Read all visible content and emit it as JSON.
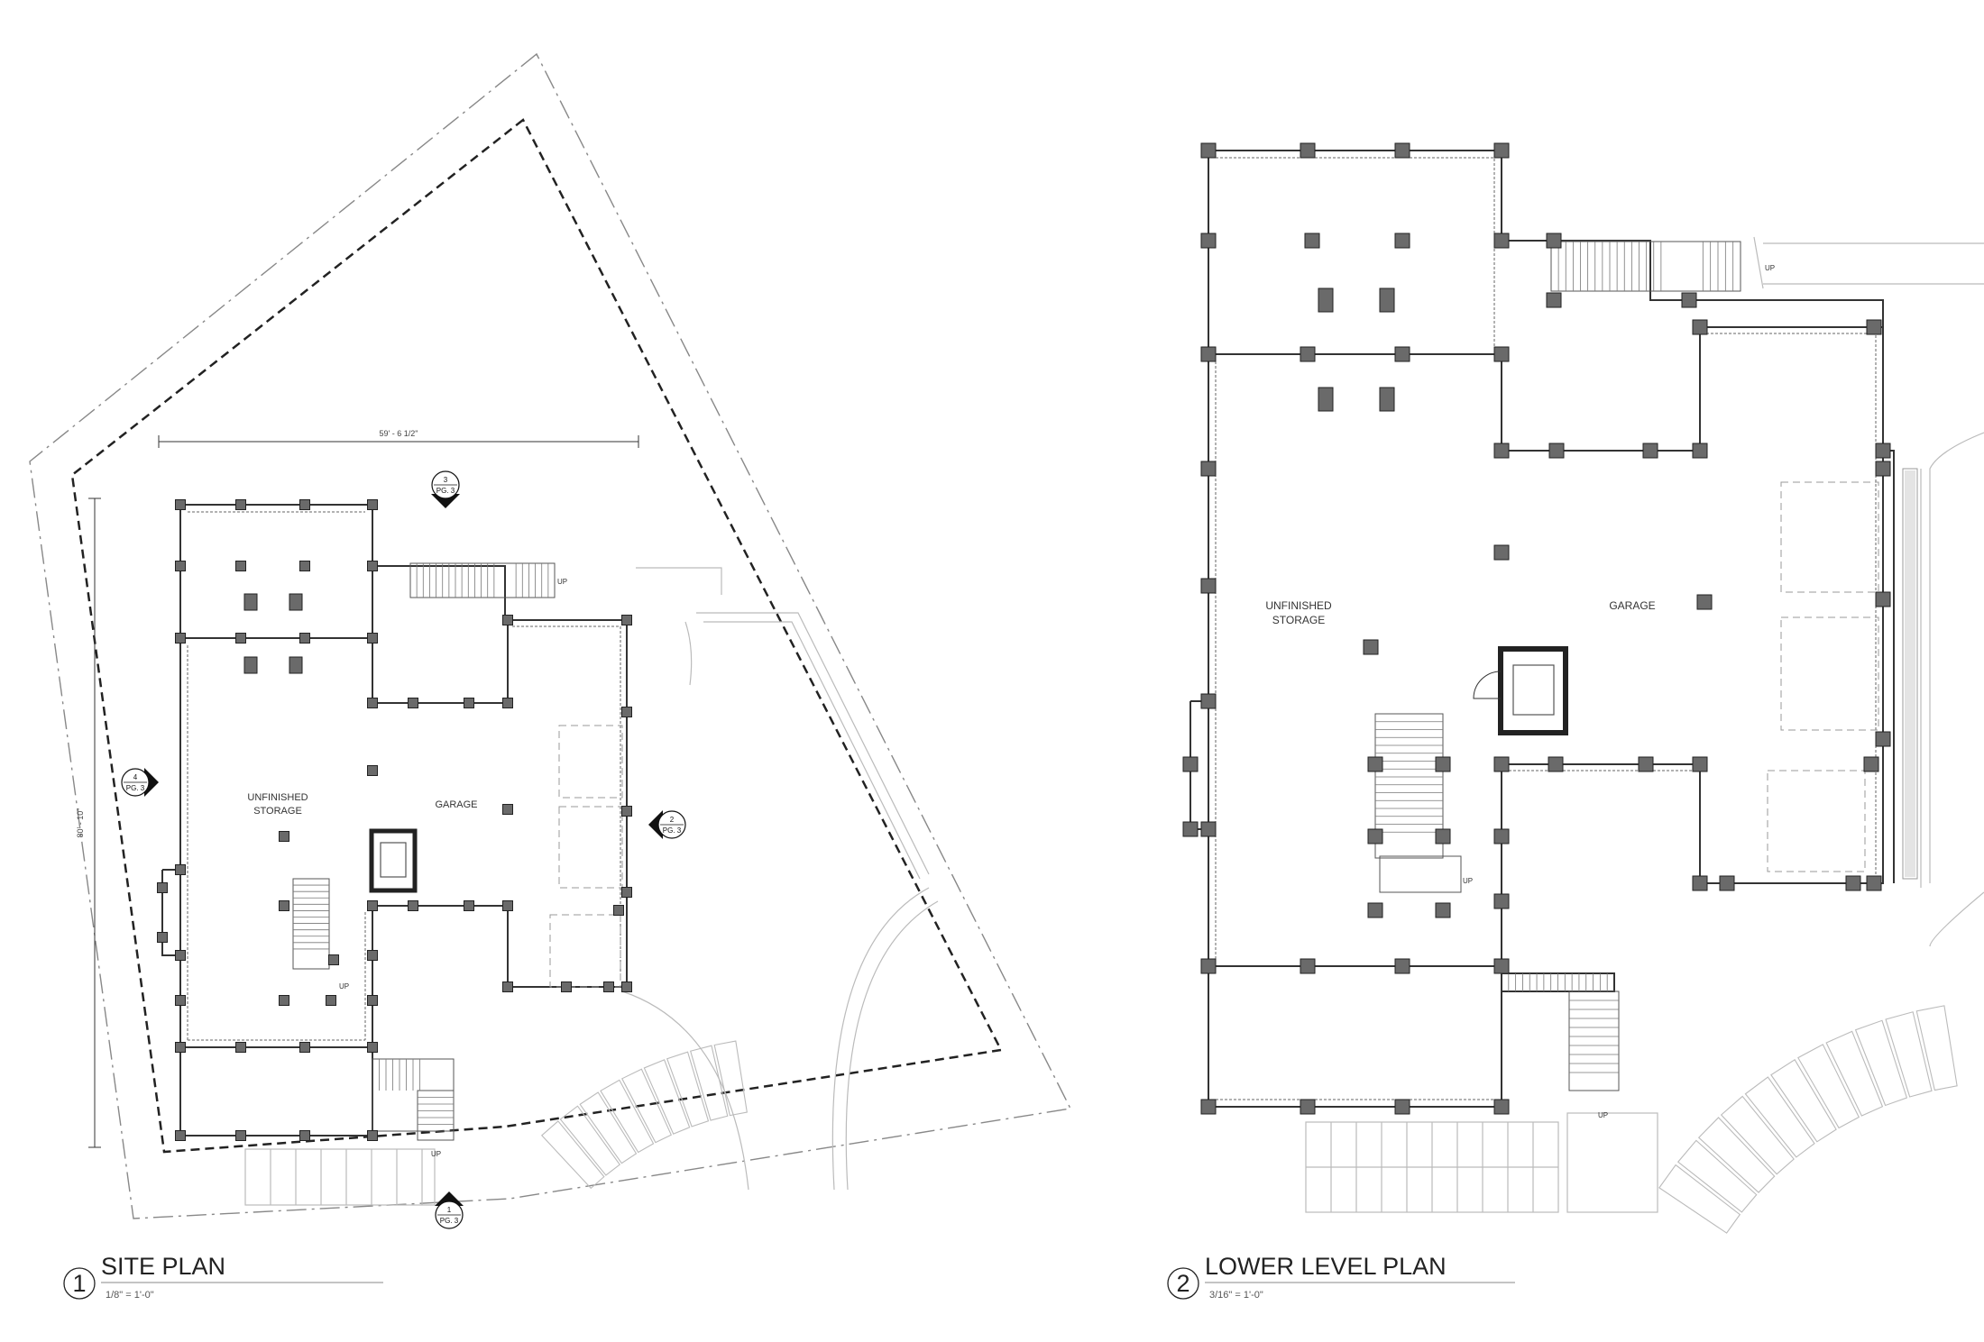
{
  "plans": [
    {
      "number": "1",
      "title": "SITE PLAN",
      "scale": "1/8\" = 1'-0\"",
      "rooms": {
        "storage_line1": "UNFINISHED",
        "storage_line2": "STORAGE",
        "garage": "GARAGE"
      },
      "dimensions": {
        "width": "59' - 6 1/2\"",
        "depth": "80' - 10\""
      },
      "stair_labels": [
        "UP",
        "UP",
        "UP"
      ],
      "section_markers": [
        {
          "num": "3",
          "sheet": "PG. 3"
        },
        {
          "num": "4",
          "sheet": "PG. 3"
        },
        {
          "num": "2",
          "sheet": "PG. 3"
        },
        {
          "num": "1",
          "sheet": "PG. 3"
        }
      ]
    },
    {
      "number": "2",
      "title": "LOWER LEVEL PLAN",
      "scale": "3/16\" = 1'-0\"",
      "rooms": {
        "storage_line1": "UNFINISHED",
        "storage_line2": "STORAGE",
        "garage": "GARAGE"
      },
      "stair_labels": [
        "UP",
        "UP",
        "UP"
      ]
    }
  ],
  "colors": {
    "line": "#333333",
    "column": "#6a6a6a",
    "faint": "#bbbbbb"
  }
}
